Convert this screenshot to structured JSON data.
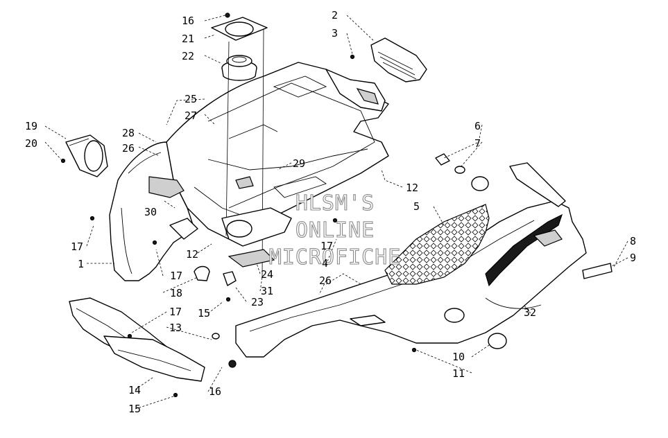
{
  "watermark": {
    "line1": "HLSM'S",
    "line2": "ONLINE",
    "line3": "MICROFICHE"
  },
  "callouts": {
    "c1": "1",
    "c2": "2",
    "c3": "3",
    "c4": "4",
    "c5": "5",
    "c6": "6",
    "c7": "7",
    "c8": "8",
    "c9": "9",
    "c10": "10",
    "c11": "11",
    "c12a": "12",
    "c12b": "12",
    "c13": "13",
    "c14": "14",
    "c15a": "15",
    "c15b": "15",
    "c16a": "16",
    "c16b": "16",
    "c17a": "17",
    "c17b": "17",
    "c17c": "17",
    "c17d": "17",
    "c18": "18",
    "c19": "19",
    "c20": "20",
    "c21": "21",
    "c22": "22",
    "c23": "23",
    "c24": "24",
    "c25": "25",
    "c26a": "26",
    "c26b": "26",
    "c27": "27",
    "c28": "28",
    "c29": "29",
    "c30": "30",
    "c31": "31",
    "c32": "32"
  }
}
